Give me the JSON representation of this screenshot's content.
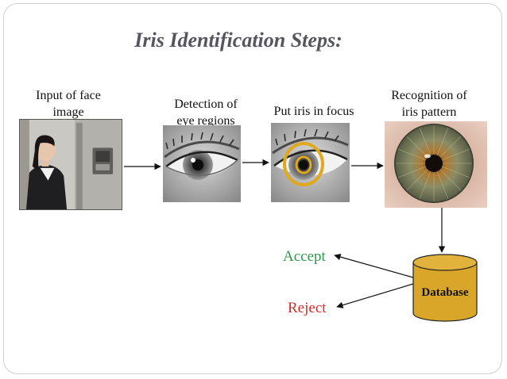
{
  "title": "Iris Identification Steps:",
  "steps": [
    {
      "label_line1": "Input of face",
      "label_line2": "image",
      "image_icon": "person-at-scanner-photo"
    },
    {
      "label_line1": "Detection of",
      "label_line2": "eye regions",
      "image_icon": "eye-closeup-photo"
    },
    {
      "label_line1": "Put iris in focus",
      "label_line2": "",
      "image_icon": "eye-with-iris-rings-photo"
    },
    {
      "label_line1": "Recognition of",
      "label_line2": "iris pattern",
      "image_icon": "iris-macro-photo"
    }
  ],
  "database_label": "Database",
  "outcomes": {
    "accept": "Accept",
    "reject": "Reject"
  },
  "colors": {
    "title": "#55555f",
    "accept": "#2e9a4a",
    "reject": "#d62e2a",
    "database_fill": "#d9a62a",
    "focus_ring": "#e0a81c",
    "iris": "#8a7a4a"
  }
}
